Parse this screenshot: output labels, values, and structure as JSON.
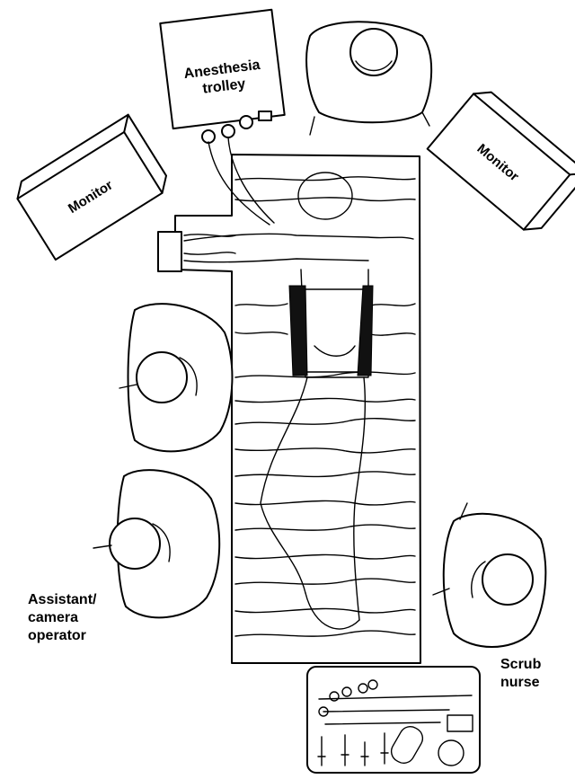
{
  "labels": {
    "anesthesia_line1": "Anesthesia",
    "anesthesia_line2": "trolley",
    "monitor_left": "Monitor",
    "monitor_right": "Monitor",
    "assistant_line1": "Assistant/",
    "assistant_line2": "camera",
    "assistant_line3": "operator",
    "scrub_line1": "Scrub",
    "scrub_line2": "nurse"
  }
}
